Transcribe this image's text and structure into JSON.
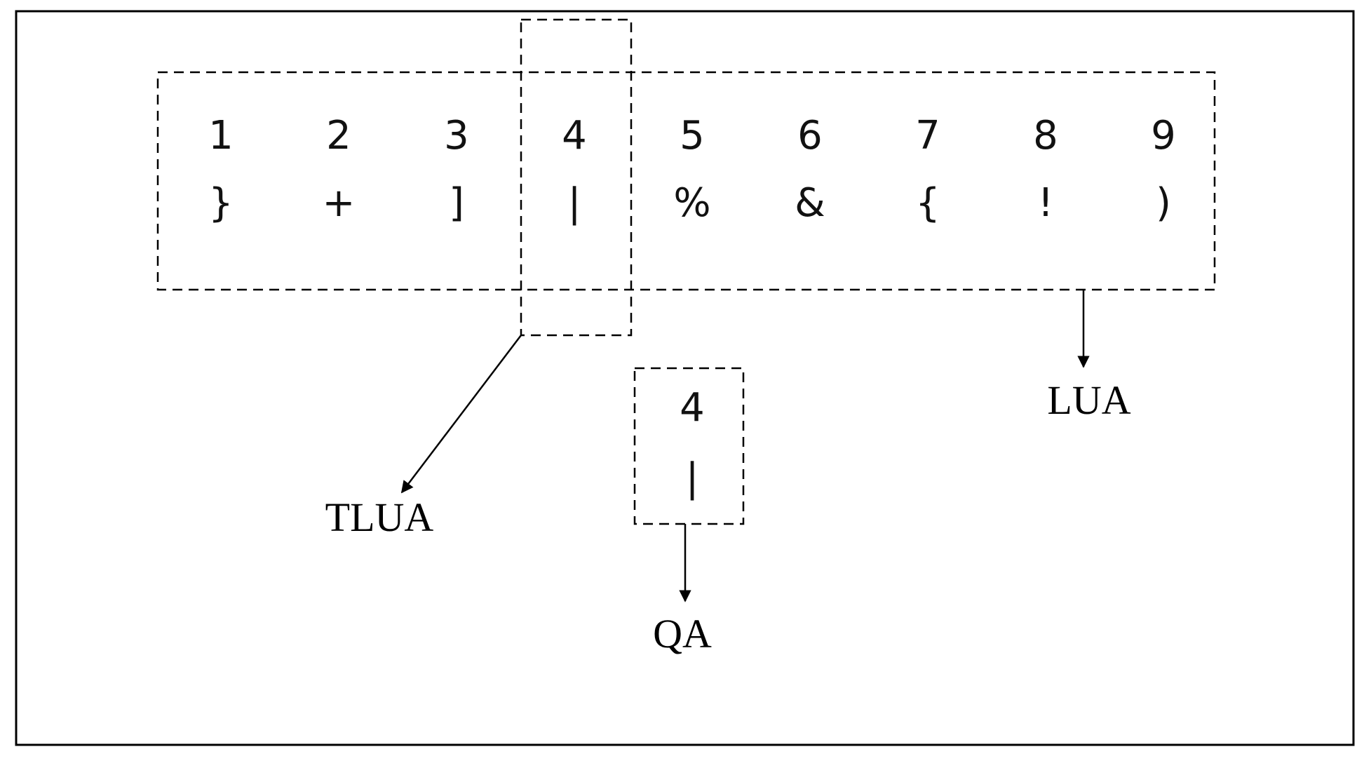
{
  "lua": {
    "numbers": [
      "1",
      "2",
      "3",
      "4",
      "5",
      "6",
      "7",
      "8",
      "9"
    ],
    "symbols": [
      "}",
      "+",
      "]",
      "|",
      "%",
      "&",
      "{",
      "!",
      ")"
    ]
  },
  "qa_box": {
    "number": "4",
    "symbol": "|"
  },
  "labels": {
    "lua": "LUA",
    "tlua": "TLUA",
    "qa": "QA"
  }
}
